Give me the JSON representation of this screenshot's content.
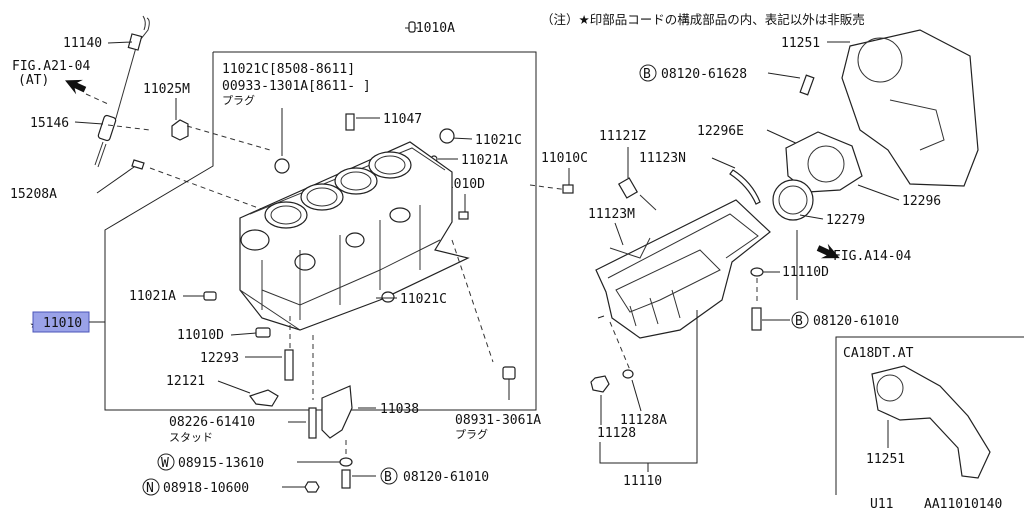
{
  "note": "（注）★印部品コードの構成部品の内、表記以外は非販売",
  "ref_fig_at": "FIG.A21-04",
  "ref_fig_at_sub": "(AT)",
  "ref_fig_a14": "FIG.A14-04",
  "group_caption": "CA18DT.AT",
  "footer_left": "U11",
  "footer_right": "AA11010140",
  "callouts": {
    "p11140": "11140",
    "p11025m": "11025M",
    "p15146": "15146",
    "p15208a": "15208A",
    "p11010a": "11010A",
    "p11021c_header": "11021C[8508-8611]",
    "p00933_header": "00933-1301A[8611-      ]",
    "plug_label": "プラグ",
    "p11047": "11047",
    "p11021c_a": "11021C",
    "p11021a_a": "11021A",
    "p11010c": "11010C",
    "p11010d_a": "11010D",
    "p11010_main": "11010",
    "p11010_star": "★",
    "p11021a_b": "11021A",
    "p11021c_b": "11021C",
    "p11010d_b": "11010D",
    "p12293": "12293",
    "p12121": "12121",
    "p11038": "11038",
    "p08226": "08226-61410",
    "stud_label": "スタッド",
    "p08931": "08931-3061A",
    "plug_label2": "プラグ",
    "p08915": "08915-13610",
    "p08918": "08918-10600",
    "p08120_bottom": "08120-61010",
    "badge_w": "W",
    "badge_n": "N",
    "badge_b": "B",
    "p11121z": "11121Z",
    "p11123n": "11123N",
    "p11123m": "11123M",
    "p12296e": "12296E",
    "p08120_61628": "08120-61628",
    "p11251_top": "11251",
    "p12296": "12296",
    "p12279": "12279",
    "p11110d": "11110D",
    "p08120_61010": "08120-61010",
    "p11128": "11128",
    "p11128a": "11128A",
    "p11110": "11110",
    "p11251_box": "11251"
  }
}
